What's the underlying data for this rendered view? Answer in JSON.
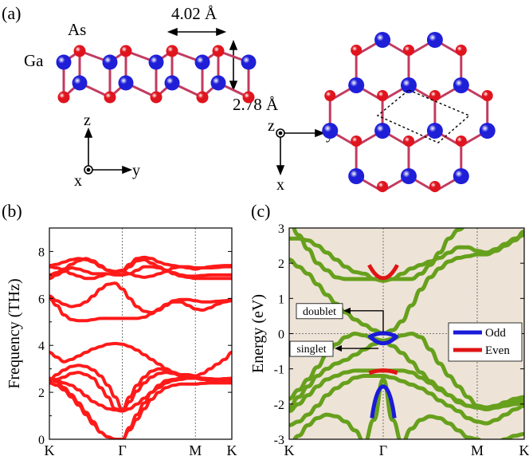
{
  "figure": {
    "panel_labels": {
      "a": "(a)",
      "b": "(b)",
      "c": "(c)"
    },
    "structure": {
      "atom_labels": {
        "as": "As",
        "ga": "Ga"
      },
      "lattice_constant": "4.02 Å",
      "buckling_height": "2.78 Å",
      "side_axes": {
        "z": "z",
        "x": "x",
        "y": "y"
      },
      "top_axes": {
        "z": "z",
        "y": "y",
        "x": "x"
      },
      "colors": {
        "ga": "#1f1fd8",
        "as": "#e0141e",
        "bond": "#c23b60"
      }
    }
  },
  "chart_data": [
    {
      "type": "line",
      "panel": "(b)",
      "title": "",
      "xlabel": "",
      "ylabel": "Frequency (THz)",
      "ylim": [
        0,
        9
      ],
      "yticks": [
        0,
        2,
        4,
        6,
        8
      ],
      "xticks": [
        "K",
        "Γ",
        "M",
        "K"
      ],
      "x": [
        0,
        0.1,
        0.2,
        0.3,
        0.4,
        0.5,
        0.6,
        0.7,
        0.8,
        0.9,
        1.0,
        1.1,
        1.2,
        1.3,
        1.4,
        1.5,
        1.6,
        1.7,
        1.8,
        1.9,
        2.0,
        2.1,
        2.2,
        2.3,
        2.4,
        2.5
      ],
      "color": "#ff1a1a",
      "series": [
        {
          "values": [
            2.6,
            2.45,
            2.2,
            1.9,
            1.55,
            1.15,
            0.75,
            0.3,
            0.1,
            0.0,
            0.0,
            0.5,
            1.05,
            1.55,
            2.0,
            2.3,
            2.5,
            2.55,
            2.6,
            2.6,
            2.6,
            2.55,
            2.55,
            2.55,
            2.58,
            2.6
          ]
        },
        {
          "values": [
            2.4,
            2.3,
            2.1,
            1.8,
            1.45,
            1.05,
            0.65,
            0.3,
            0.1,
            0.0,
            0.0,
            0.4,
            0.85,
            1.3,
            1.7,
            2.0,
            2.2,
            2.3,
            2.35,
            2.35,
            2.35,
            2.38,
            2.4,
            2.4,
            2.4,
            2.4
          ]
        },
        {
          "values": [
            2.5,
            2.55,
            2.65,
            2.8,
            2.85,
            2.75,
            2.6,
            2.2,
            1.8,
            1.3,
            1.2,
            1.6,
            2.05,
            2.4,
            2.65,
            2.8,
            2.85,
            2.8,
            2.7,
            2.65,
            2.6,
            2.55,
            2.5,
            2.48,
            2.47,
            2.45
          ]
        },
        {
          "values": [
            2.5,
            2.75,
            2.95,
            3.1,
            3.15,
            3.1,
            2.95,
            2.7,
            2.3,
            1.8,
            1.25,
            1.8,
            2.3,
            2.65,
            2.9,
            3.0,
            2.95,
            2.85,
            2.75,
            2.7,
            2.65,
            2.6,
            2.58,
            2.56,
            2.54,
            2.5
          ]
        },
        {
          "values": [
            3.7,
            3.5,
            3.3,
            3.4,
            3.55,
            3.7,
            3.85,
            3.95,
            4.05,
            4.08,
            4.05,
            3.95,
            3.8,
            3.6,
            3.4,
            3.2,
            3.0,
            2.85,
            2.75,
            2.75,
            2.7,
            2.8,
            3.0,
            3.2,
            3.4,
            3.7
          ]
        },
        {
          "values": [
            2.5,
            2.5,
            2.4,
            2.3,
            2.1,
            1.85,
            1.6,
            1.45,
            1.3,
            1.25,
            1.2,
            1.3,
            1.5,
            1.75,
            2.0,
            2.2,
            2.4,
            2.5,
            2.55,
            2.6,
            2.65,
            2.6,
            2.55,
            2.52,
            2.5,
            2.5
          ]
        },
        {
          "values": [
            6.0,
            5.7,
            5.3,
            5.1,
            5.05,
            5.05,
            5.1,
            5.15,
            5.15,
            5.15,
            5.15,
            5.15,
            5.15,
            5.2,
            5.35,
            5.55,
            5.75,
            5.85,
            5.85,
            5.7,
            5.55,
            5.5,
            5.6,
            5.75,
            5.85,
            5.9
          ]
        },
        {
          "values": [
            6.1,
            5.9,
            5.75,
            5.65,
            5.7,
            5.85,
            6.1,
            6.4,
            6.6,
            6.65,
            6.4,
            6.0,
            5.65,
            5.45,
            5.4,
            5.5,
            5.7,
            5.9,
            5.95,
            5.95,
            5.9,
            5.85,
            5.85,
            5.88,
            5.9,
            5.95
          ]
        },
        {
          "values": [
            6.85,
            7.0,
            7.15,
            7.3,
            7.25,
            7.15,
            7.05,
            7.05,
            7.05,
            7.0,
            7.0,
            7.05,
            7.2,
            7.35,
            7.35,
            7.3,
            7.2,
            7.05,
            6.95,
            6.9,
            6.85,
            6.85,
            6.85,
            6.85,
            6.85,
            6.85
          ]
        },
        {
          "values": [
            7.0,
            7.1,
            7.25,
            7.45,
            7.6,
            7.7,
            7.6,
            7.4,
            7.2,
            7.15,
            7.15,
            7.35,
            7.6,
            7.65,
            7.5,
            7.35,
            7.2,
            7.1,
            7.0,
            6.95,
            6.95,
            6.98,
            7.0,
            7.0,
            7.0,
            7.0
          ]
        },
        {
          "values": [
            7.35,
            7.3,
            7.2,
            7.05,
            6.95,
            6.85,
            6.85,
            6.95,
            7.05,
            7.1,
            7.15,
            7.05,
            6.95,
            6.9,
            6.95,
            7.05,
            7.15,
            7.3,
            7.35,
            7.35,
            7.3,
            7.3,
            7.3,
            7.32,
            7.35,
            7.35
          ]
        },
        {
          "values": [
            7.4,
            7.45,
            7.55,
            7.65,
            7.7,
            7.65,
            7.55,
            7.35,
            7.2,
            7.15,
            7.2,
            7.45,
            7.7,
            7.75,
            7.7,
            7.55,
            7.45,
            7.4,
            7.35,
            7.3,
            7.25,
            7.3,
            7.35,
            7.38,
            7.4,
            7.4
          ]
        }
      ]
    },
    {
      "type": "line",
      "panel": "(c)",
      "title": "",
      "xlabel": "",
      "ylabel": "Energy (eV)",
      "ylim": [
        -3,
        3
      ],
      "yticks": [
        -3,
        -2,
        -1,
        0,
        1,
        2,
        3
      ],
      "xticks": [
        "K",
        "Γ",
        "M",
        "K"
      ],
      "background": "#eee3d7",
      "band_color": "#66a01c",
      "legend": [
        {
          "name": "Odd",
          "color": "#1a1ad9"
        },
        {
          "name": "Even",
          "color": "#e01414"
        }
      ],
      "legend_position": "right",
      "annotations": [
        {
          "text": "doublet",
          "energy": 0.65
        },
        {
          "text": "singlet",
          "energy": -0.42
        }
      ],
      "x": [
        0,
        0.1,
        0.2,
        0.3,
        0.4,
        0.5,
        0.6,
        0.7,
        0.8,
        0.9,
        1.0,
        1.1,
        1.2,
        1.3,
        1.4,
        1.5,
        1.6,
        1.7,
        1.8,
        1.9,
        2.0,
        2.1,
        2.2,
        2.3,
        2.4,
        2.5
      ],
      "series": [
        {
          "values": [
            3.2,
            2.8,
            2.4,
            2.0,
            1.8,
            1.6,
            1.55,
            1.55,
            1.55,
            1.55,
            1.55,
            1.55,
            1.55,
            1.55,
            1.7,
            1.95,
            2.3,
            2.7,
            2.95,
            3.1,
            3.2,
            3.25,
            3.25,
            3.2,
            3.15,
            3.1
          ]
        },
        {
          "values": [
            2.7,
            2.7,
            2.65,
            2.5,
            2.3,
            2.1,
            1.9,
            1.75,
            1.7,
            1.55,
            1.5,
            1.55,
            1.7,
            1.85,
            1.95,
            2.05,
            2.15,
            2.3,
            2.45,
            2.45,
            2.35,
            2.3,
            2.4,
            2.55,
            2.7,
            2.8
          ]
        },
        {
          "values": [
            2.1,
            1.9,
            1.7,
            1.4,
            1.1,
            0.85,
            0.6,
            0.4,
            0.25,
            0.1,
            0.0,
            0.1,
            0.35,
            0.8,
            1.25,
            1.6,
            1.85,
            2.05,
            2.15,
            2.2,
            2.25,
            2.25,
            2.35,
            2.5,
            2.65,
            2.9
          ]
        },
        {
          "values": [
            -1.85,
            -1.6,
            -1.3,
            -0.95,
            -0.6,
            -0.3,
            -0.1,
            0.0,
            -0.05,
            -0.15,
            -0.2,
            -0.15,
            -0.05,
            0.0,
            -0.1,
            -0.45,
            -0.85,
            -1.2,
            -1.5,
            -1.8,
            -2.05,
            -2.1,
            -2.05,
            -1.95,
            -1.85,
            -1.8
          ]
        },
        {
          "values": [
            -2.1,
            -1.8,
            -1.5,
            -1.2,
            -1.0,
            -0.85,
            -0.75,
            -0.6,
            -0.45,
            -0.3,
            -0.2,
            -0.35,
            -0.55,
            -0.8,
            -1.1,
            -1.35,
            -1.55,
            -1.75,
            -1.95,
            -2.05,
            -2.1,
            -2.1,
            -2.05,
            -2.0,
            -1.95,
            -1.9
          ]
        },
        {
          "values": [
            -2.2,
            -2.0,
            -1.75,
            -1.5,
            -1.3,
            -1.2,
            -1.1,
            -1.05,
            -1.05,
            -1.05,
            -1.05,
            -1.05,
            -1.05,
            -1.1,
            -1.25,
            -1.4,
            -1.6,
            -1.75,
            -1.9,
            -2.05,
            -2.1,
            -2.15,
            -2.1,
            -2.05,
            -2.0,
            -1.95
          ]
        },
        {
          "values": [
            -2.6,
            -2.5,
            -2.3,
            -2.05,
            -1.75,
            -1.55,
            -1.4,
            -1.25,
            -1.2,
            -1.2,
            -1.2,
            -1.25,
            -1.35,
            -1.45,
            -1.55,
            -1.7,
            -1.9,
            -2.05,
            -2.2,
            -2.4,
            -2.5,
            -2.55,
            -2.45,
            -2.3,
            -2.15,
            -2.05
          ]
        },
        {
          "values": [
            -3.2,
            -2.9,
            -2.6,
            -2.4,
            -2.3,
            -2.35,
            -2.5,
            -2.75,
            -3.1,
            -2.45,
            -1.3,
            -2.45,
            -3.1,
            -2.7,
            -2.45,
            -2.35,
            -2.4,
            -2.55,
            -2.75,
            -2.95,
            -3.0,
            -3.2,
            -3.1,
            -3.0,
            -2.9,
            -2.85
          ]
        }
      ]
    }
  ]
}
